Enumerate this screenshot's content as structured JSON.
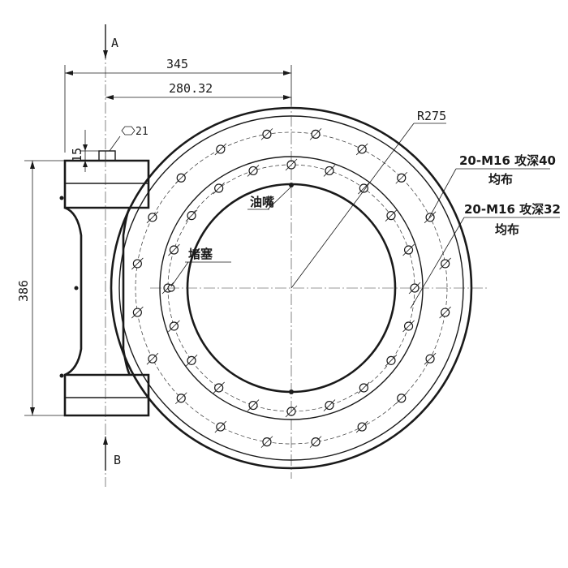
{
  "dimensions": {
    "overall_width": "345",
    "center_offset": "280.32",
    "radius": "R275",
    "height": "386",
    "boss_height": "15",
    "hex_size": "21"
  },
  "labels": {
    "section_a": "A",
    "section_b": "B",
    "oil_nipple": "油嘴",
    "plug": "堵塞",
    "outer_holes_line1": "20-M16 攻深40",
    "outer_holes_line2": "均布",
    "inner_holes_line1": "20-M16 攻深32",
    "inner_holes_line2": "均布"
  },
  "hole_counts": {
    "outer_ring": 20,
    "inner_ring": 20
  }
}
